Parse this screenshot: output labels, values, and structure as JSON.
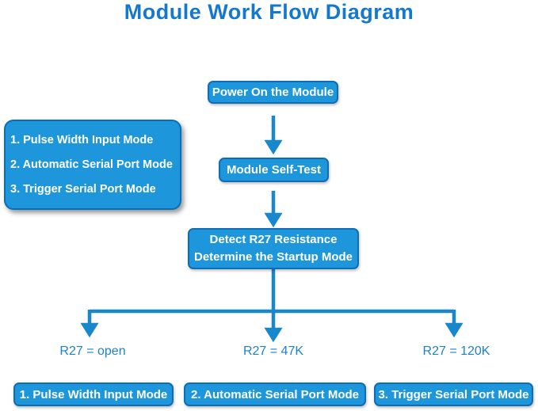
{
  "title": "Module Work Flow Diagram",
  "colors": {
    "node_fill": "#1E96DC",
    "node_border": "#0D6DB7",
    "connector": "#1987CC",
    "title_text": "#1478CF",
    "branch_label_text": "#1C82CF",
    "node_text": "#FFFFFF"
  },
  "flow": {
    "power_on_label": "Power On the Module",
    "self_test_label": "Module Self-Test",
    "detect_label_line1": "Detect R27 Resistance",
    "detect_label_line2": "Determine the Startup Mode"
  },
  "legend": {
    "items": [
      "1. Pulse Width Input Mode",
      "2. Automatic Serial Port Mode",
      "3. Trigger Serial Port Mode"
    ]
  },
  "branches": [
    {
      "condition": "R27 = open",
      "mode": "1. Pulse Width Input Mode"
    },
    {
      "condition": "R27 = 47K",
      "mode": "2. Automatic Serial Port Mode"
    },
    {
      "condition": "R27 = 120K",
      "mode": "3. Trigger Serial Port Mode"
    }
  ]
}
